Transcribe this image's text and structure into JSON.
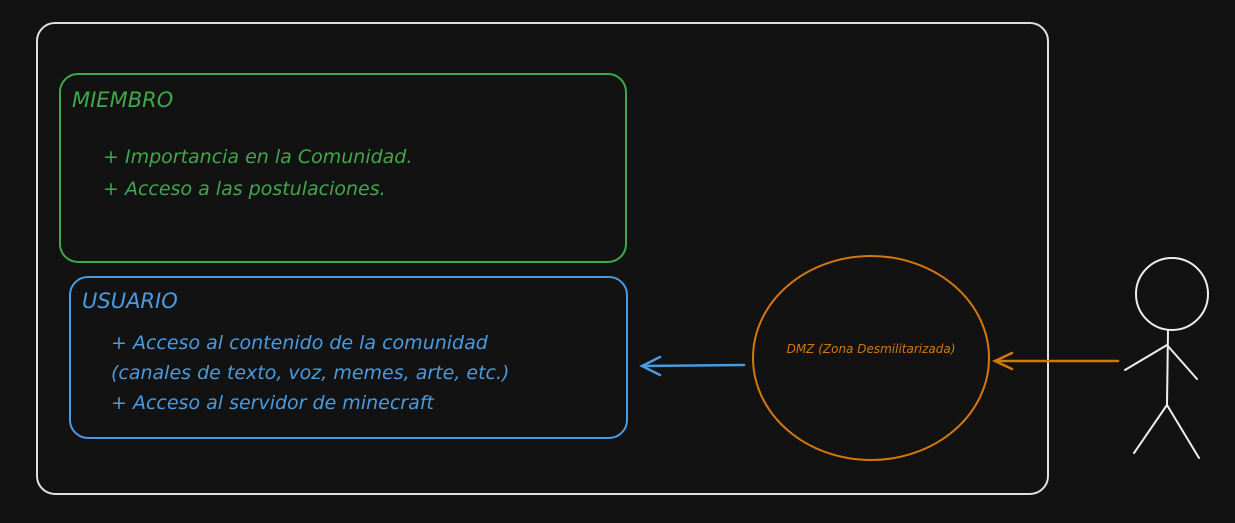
{
  "colors": {
    "background": "#121212",
    "container": "#e0e0e0",
    "member": "#3fa84a",
    "user": "#4a9be0",
    "dmz": "#d2780f",
    "person": "#eeeeee"
  },
  "member": {
    "title": "MIEMBRO",
    "items": [
      "+ Importancia en la Comunidad.",
      "+ Acceso a las postulaciones."
    ]
  },
  "user": {
    "title": "USUARIO",
    "lines": [
      "+ Acceso al contenido de la comunidad",
      "(canales de texto, voz, memes, arte, etc.)",
      "+ Acceso al servidor de minecraft"
    ]
  },
  "dmz": {
    "label": "DMZ (Zona Desmilitarizada)"
  },
  "icons": {
    "person": "stick-figure-icon",
    "arrows": [
      "arrow-left-icon",
      "arrow-left-icon"
    ]
  }
}
